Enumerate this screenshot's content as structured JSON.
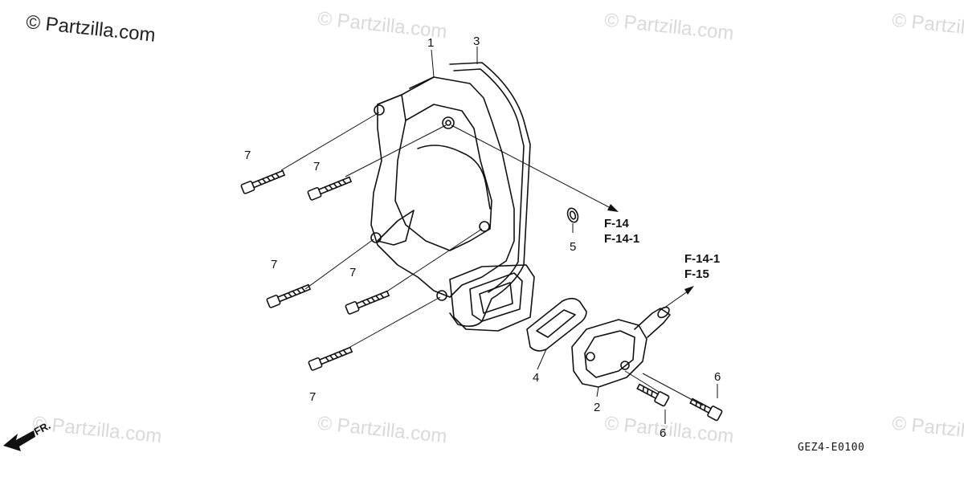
{
  "watermark": {
    "main": "© Partzilla.com",
    "faint": "© Partzilla.com"
  },
  "callouts": {
    "c1": "1",
    "c2": "2",
    "c3": "3",
    "c4": "4",
    "c5": "5",
    "c6a": "6",
    "c6b": "6",
    "c7a": "7",
    "c7b": "7",
    "c7c": "7",
    "c7d": "7",
    "c7e": "7"
  },
  "references": {
    "upper": [
      "F-14",
      "F-14-1"
    ],
    "right": [
      "F-14-1",
      "F-15"
    ]
  },
  "front_indicator": "FR.",
  "diagram_code": "GEZ4-E0100"
}
